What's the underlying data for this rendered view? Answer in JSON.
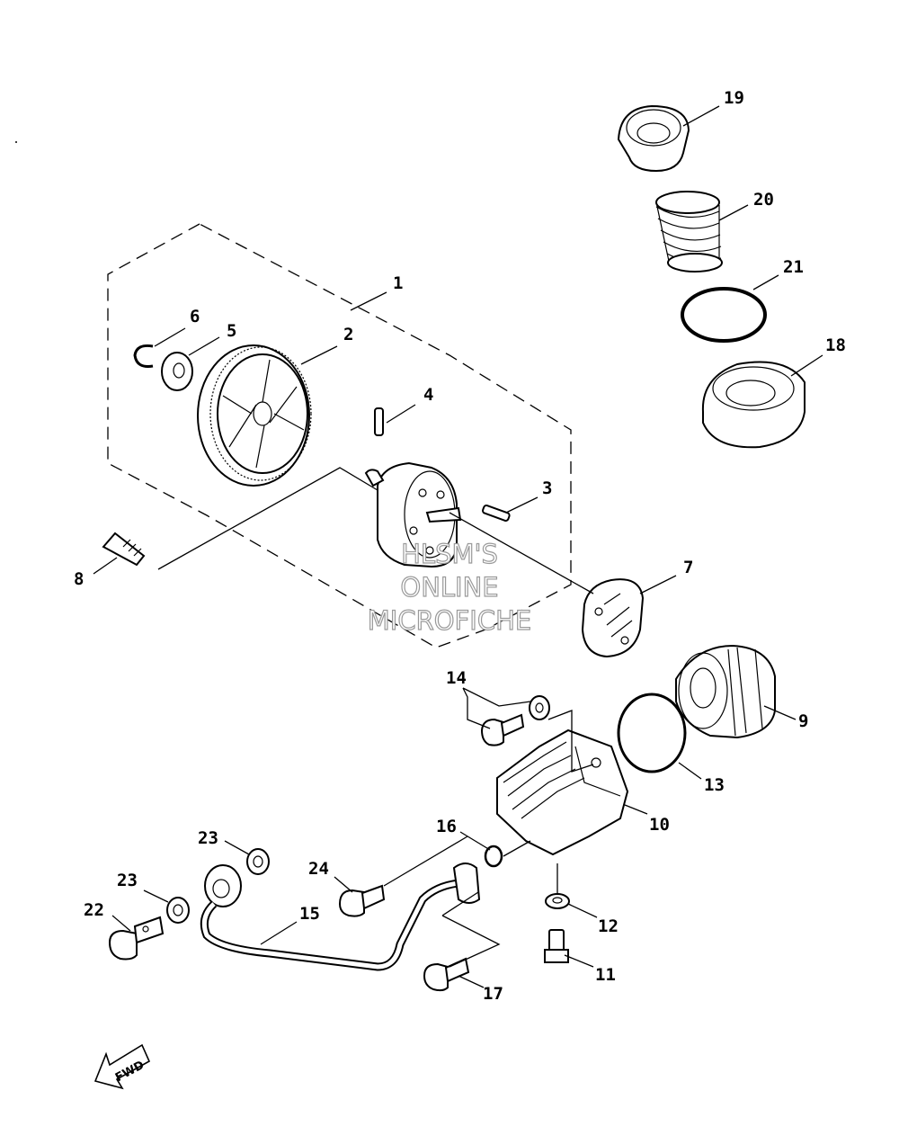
{
  "watermark": {
    "line1": "HLSM'S",
    "line2": "ONLINE",
    "line3": "MICROFICHE"
  },
  "fwd_label": "FWD",
  "callouts": [
    {
      "label": "1"
    },
    {
      "label": "2"
    },
    {
      "label": "3"
    },
    {
      "label": "4"
    },
    {
      "label": "5"
    },
    {
      "label": "6"
    },
    {
      "label": "7"
    },
    {
      "label": "8"
    },
    {
      "label": "9"
    },
    {
      "label": "10"
    },
    {
      "label": "11"
    },
    {
      "label": "12"
    },
    {
      "label": "13"
    },
    {
      "label": "14"
    },
    {
      "label": "15"
    },
    {
      "label": "16"
    },
    {
      "label": "17"
    },
    {
      "label": "18"
    },
    {
      "label": "19"
    },
    {
      "label": "20"
    },
    {
      "label": "21"
    },
    {
      "label": "22"
    },
    {
      "label": "23"
    },
    {
      "label": "23"
    },
    {
      "label": "24"
    }
  ]
}
